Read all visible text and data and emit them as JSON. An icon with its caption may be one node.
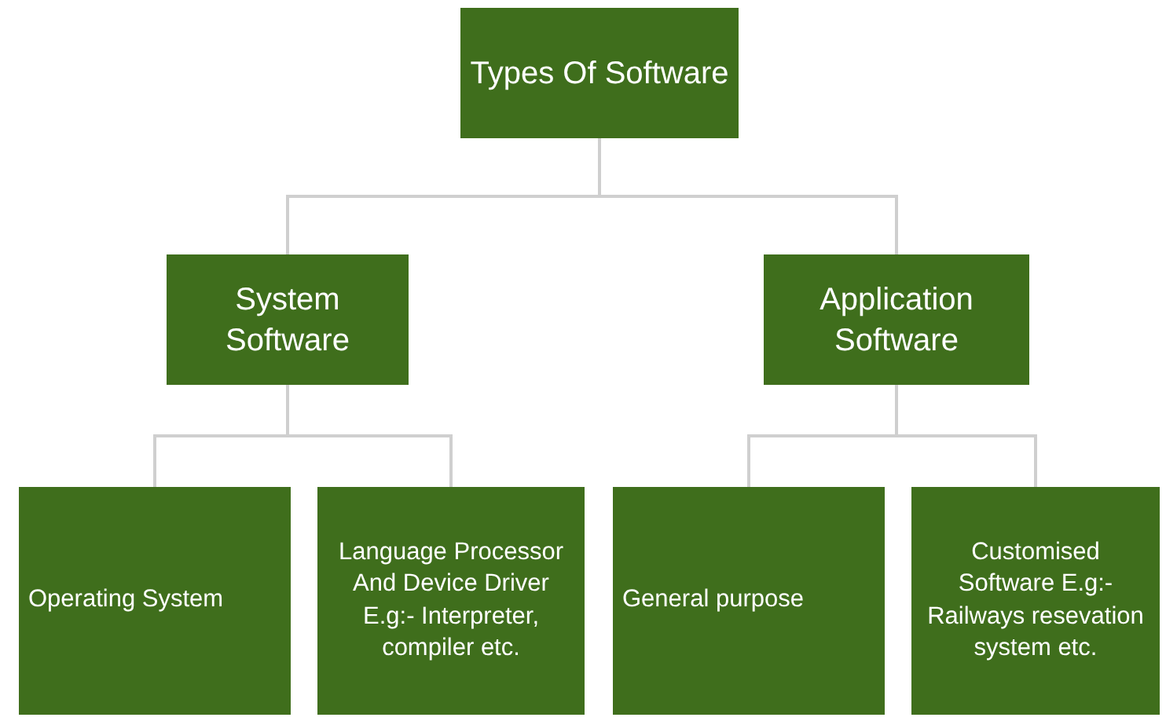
{
  "diagram": {
    "nodes": [
      {
        "text": [
          "Types Of Software"
        ]
      },
      {
        "text": [
          "System Software"
        ]
      },
      {
        "text": [
          "Application Software"
        ]
      },
      {
        "text": [
          "Operating System"
        ]
      },
      {
        "text": [
          "Language Processor And Device Driver E.g:- Interpreter, compiler etc."
        ]
      },
      {
        "text": [
          "General purpose"
        ]
      },
      {
        "text": [
          "Customised Software E.g:- Railways resevation system etc."
        ]
      }
    ],
    "edges": [
      {
        "from": 0,
        "to": 1,
        "arrow": "none"
      },
      {
        "from": 0,
        "to": 2,
        "arrow": "none"
      },
      {
        "from": 1,
        "to": 3,
        "arrow": "none"
      },
      {
        "from": 1,
        "to": 4,
        "arrow": "none"
      },
      {
        "from": 2,
        "to": 5,
        "arrow": "none"
      },
      {
        "from": 2,
        "to": 6,
        "arrow": "none"
      }
    ]
  }
}
